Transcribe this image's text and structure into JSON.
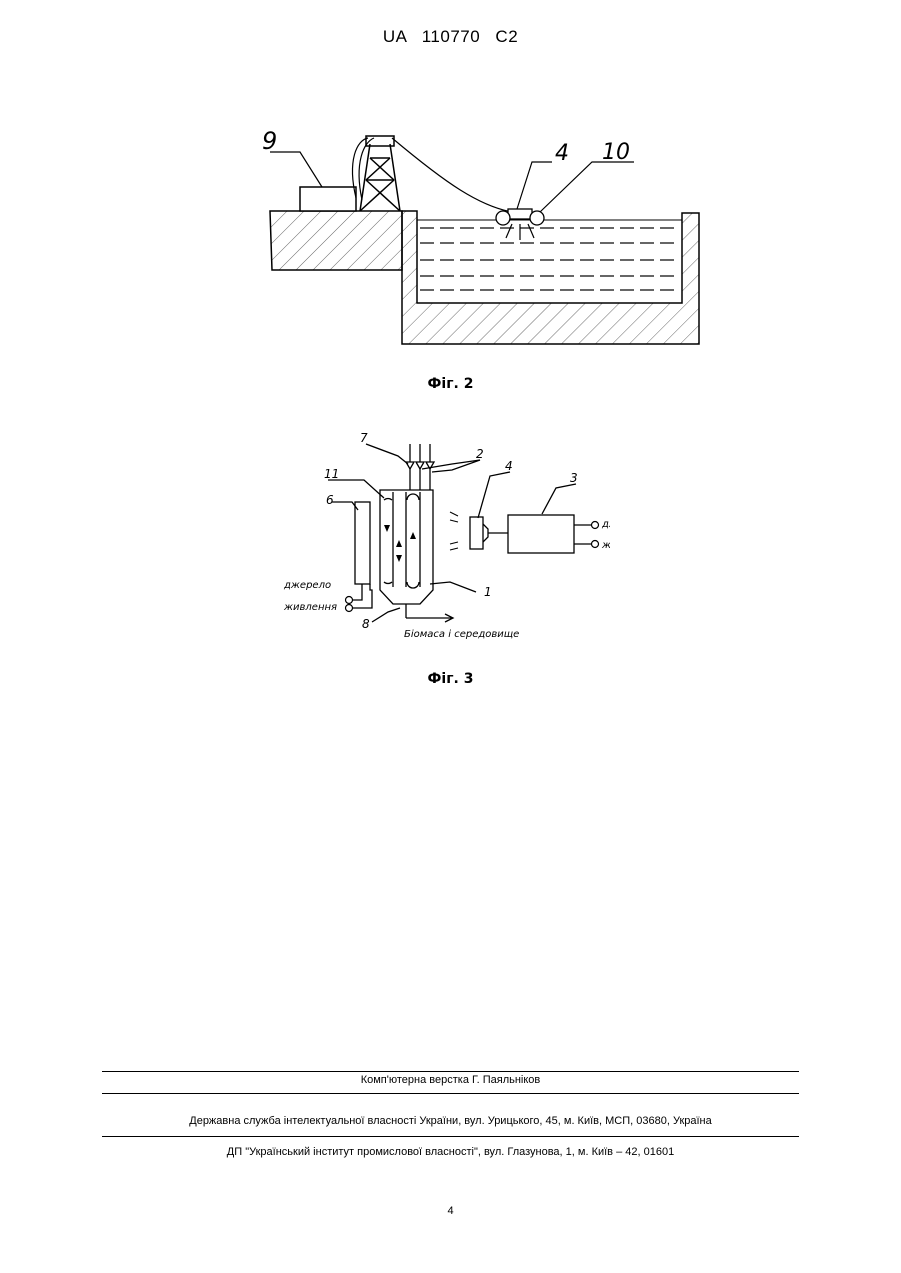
{
  "header": {
    "patent_number": "UA   110770   C2"
  },
  "figure2": {
    "caption": "Фіг. 2",
    "labels": {
      "l9": "9",
      "l4": "4",
      "l10": "10"
    }
  },
  "figure3": {
    "caption": "Фіг. 3",
    "labels": {
      "l7": "7",
      "l2": "2",
      "l11": "11",
      "l6": "6",
      "l4": "4",
      "l3": "3",
      "l1": "1",
      "l8": "8",
      "src_left_1": "джерело",
      "src_left_2": "живлення",
      "src_right_1": "джерело",
      "src_right_2": "живлення",
      "outlet": "Біомаса і середовище"
    }
  },
  "footer": {
    "typesetting": "Комп'ютерна верстка Г. Паяльніков",
    "agency": "Державна служба інтелектуальної власності України, вул. Урицького, 45, м. Київ, МСП, 03680, Україна",
    "institute": "ДП \"Український інститут промислової власності\", вул. Глазунова, 1, м. Київ – 42, 01601"
  },
  "page_number": "4"
}
